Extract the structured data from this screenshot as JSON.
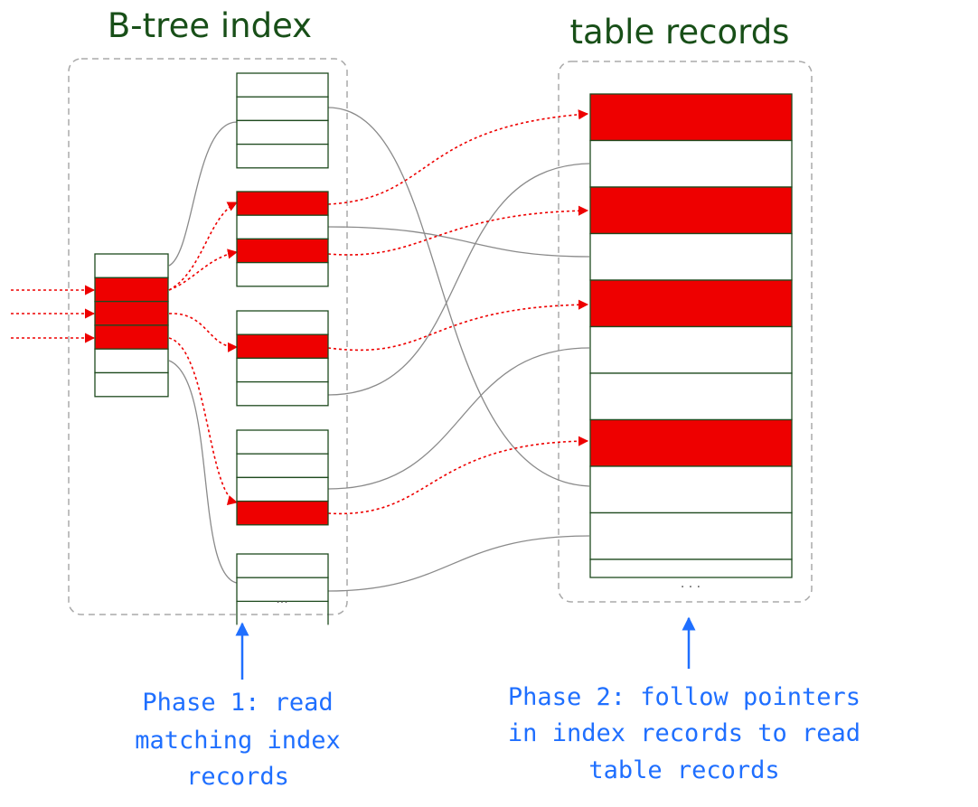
{
  "titles": {
    "btree": "B-tree index",
    "table": "table records"
  },
  "captions": {
    "phase1": [
      "Phase 1: read",
      "matching index",
      "records"
    ],
    "phase2": [
      "Phase 2: follow pointers",
      "in index records to read",
      "table records"
    ]
  },
  "ellipsis": {
    "index": "...",
    "table": ". . ."
  },
  "colors": {
    "record_border": "#1e4a1e",
    "highlight": "#ee0000",
    "pointer_line": "#8a8a8a",
    "dashed_arrow": "#ee0000",
    "container_border": "#aaaaaa",
    "title": "#184f18",
    "caption": "#1f6fff"
  },
  "structure": {
    "root": {
      "rows": 6,
      "highlighted": [
        1,
        2,
        3
      ]
    },
    "leaves": [
      {
        "rows": 4,
        "highlighted": []
      },
      {
        "rows": 4,
        "highlighted": [
          0,
          2
        ]
      },
      {
        "rows": 4,
        "highlighted": [
          1
        ]
      },
      {
        "rows": 4,
        "highlighted": [
          3
        ]
      },
      {
        "rows": 2,
        "highlighted": [],
        "continues": true
      }
    ],
    "table": {
      "rows": 10,
      "highlighted": [
        0,
        2,
        4,
        7
      ],
      "continues": true
    },
    "incoming_arrows": 3
  }
}
